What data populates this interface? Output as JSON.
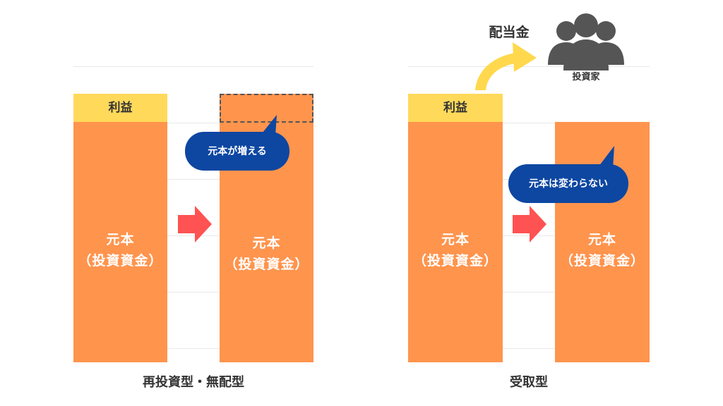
{
  "colors": {
    "principal": "#ff944d",
    "profit": "#ffd95a",
    "bubble": "#0d47a1",
    "arrow_red": "#ff5252",
    "arrow_yellow": "#ffd84d",
    "investor_icon": "#555555"
  },
  "left_panel": {
    "profit_label": "利益",
    "principal_line1": "元本",
    "principal_line2": "（投資資金）",
    "after_principal_line1": "元本",
    "after_principal_line2": "（投資資金）",
    "bubble_text": "元本が増える",
    "caption": "再投資型・無配型"
  },
  "right_panel": {
    "profit_label": "利益",
    "principal_line1": "元本",
    "principal_line2": "（投資資金）",
    "after_principal_line1": "元本",
    "after_principal_line2": "（投資資金）",
    "bubble_text": "元本は変わらない",
    "dividend_label": "配当金",
    "investor_label": "投資家",
    "investor_icon": "people-group-icon",
    "caption": "受取型"
  }
}
